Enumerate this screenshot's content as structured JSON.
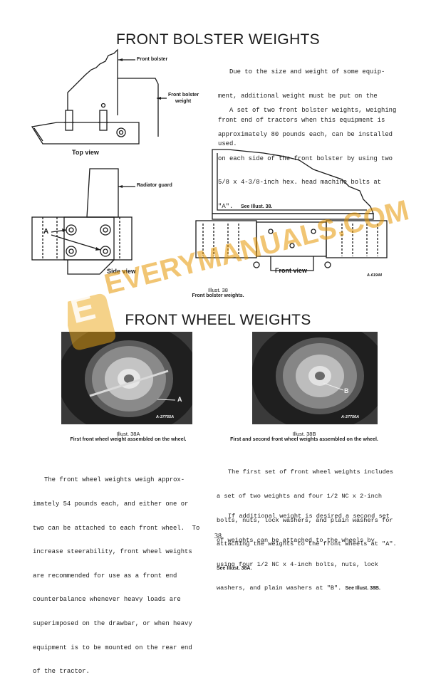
{
  "page_title": "FRONT BOLSTER WEIGHTS",
  "bolster_text": {
    "p1_lines": [
      "Due to the size and weight of some equip-",
      "ment, additional weight must be put on the",
      "front end of tractors when this equipment is",
      "used."
    ],
    "p2_lines": [
      "A set of two front bolster weights, weighing",
      "approximately 80 pounds each, can be installed",
      "on each side of the front bolster by using two",
      "5/8 x 4-3/8-inch hex. head machine bolts at"
    ],
    "p2_last": "\"A\".",
    "p2_ref": "See Illust. 38."
  },
  "diagram_labels": {
    "front_bolster": "Front bolster",
    "front_bolster_weight_1": "Front bolster",
    "front_bolster_weight_2": "weight",
    "top_view": "Top view",
    "radiator_guard": "Radiator guard",
    "marker_a": "A",
    "side_view": "Side view",
    "front_view": "Front view",
    "part_no": "A-61944"
  },
  "illust38": {
    "number": "Illust. 38",
    "description": "Front bolster weights."
  },
  "section2_title": "FRONT WHEEL WEIGHTS",
  "photo_a": {
    "marker": "A",
    "part_no": "A-37755A",
    "number": "Illust. 38A",
    "description": "First front wheel weight assembled on the wheel."
  },
  "photo_b": {
    "marker": "B",
    "part_no": "A-37756A",
    "number": "Illust. 38B",
    "description": "First and second front wheel weights assembled on the wheel."
  },
  "wheel_text_left": {
    "lines": [
      "The front wheel weights weigh approx-",
      "imately 54 pounds each, and either one or",
      "two can be attached to each front wheel.  To",
      "increase steerability, front wheel weights",
      "are recommended for use as a front end",
      "counterbalance whenever heavy loads are",
      "superimposed on the drawbar, or when heavy",
      "equipment is to be mounted on the rear end",
      "of the tractor."
    ]
  },
  "wheel_text_right": {
    "p1_lines": [
      "The first set of front wheel weights includes",
      "a set of two weights and four 1/2 NC x 2-inch",
      "bolts, nuts, lock washers, and plain washers for",
      "attaching the weights to the front wheels at \"A\"."
    ],
    "p1_ref": "See Illust. 38A.",
    "p2_lines": [
      "If additional weight is desired a second set",
      "of weights can be attached to the wheels by",
      "using four 1/2 NC x 4-inch bolts, nuts, lock"
    ],
    "p2_last": "washers, and plain washers at \"B\".",
    "p2_ref": "See Illust. 38B."
  },
  "watermark": {
    "letter": "E",
    "text": "EVERYMANUALS.COM"
  },
  "page_number": "38"
}
